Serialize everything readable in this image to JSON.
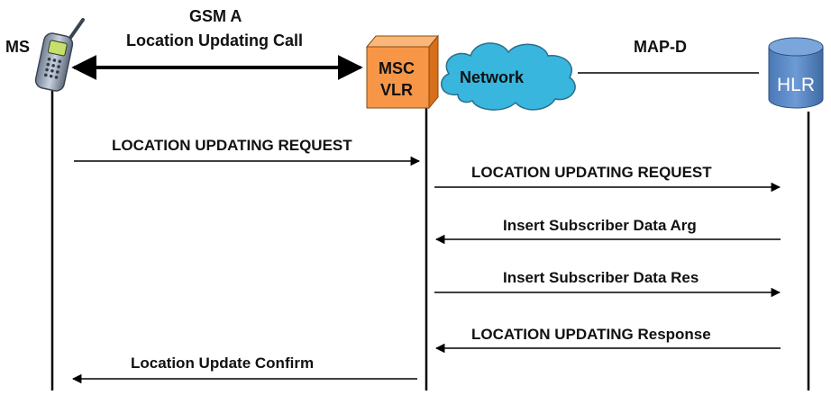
{
  "entities": {
    "ms": "MS",
    "msc_line1": "MSC",
    "msc_line2": "VLR",
    "network": "Network",
    "hlr": "HLR"
  },
  "interface_a": {
    "line1": "GSM  A",
    "line2": "Location Updating Call"
  },
  "interface_map": "MAP-D",
  "messages": [
    {
      "label": "LOCATION UPDATING REQUEST",
      "direction": "right"
    },
    {
      "label": "LOCATION UPDATING REQUEST",
      "direction": "right"
    },
    {
      "label": "Insert Subscriber  Data Arg",
      "direction": "left"
    },
    {
      "label": "Insert Subscriber  Data Res",
      "direction": "right"
    },
    {
      "label": "LOCATION UPDATING Response",
      "direction": "left"
    },
    {
      "label": "Location Update Confirm",
      "direction": "left"
    }
  ],
  "colors": {
    "msc_front": "#f79646",
    "msc_side": "#d86f1a",
    "cloud": "#38b6de",
    "hlr": "#4f81bd",
    "line": "#000000"
  }
}
